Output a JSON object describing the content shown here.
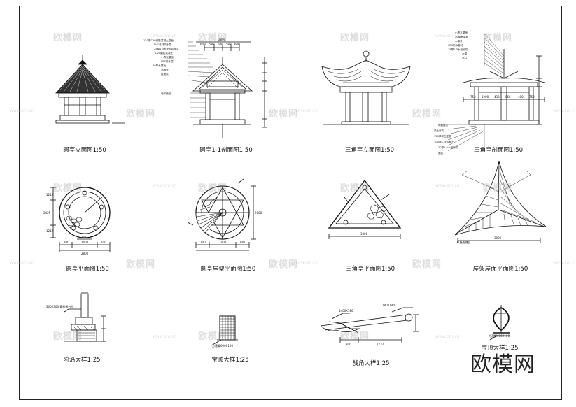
{
  "brand": {
    "logo_text": "欧模网"
  },
  "watermarks": {
    "text": "欧模网",
    "url_text": "www.om.cn"
  },
  "drawings": {
    "round_elevation": "圆亭立面图1:50",
    "round_section": "圆亭1-1剖面图1:50",
    "tri_elevation": "三角亭立面图1:50",
    "tri_section": "三角亭剖面图1:50",
    "round_plan": "圆亭平面图1:50",
    "round_roof_frame": "圆亭屋架平面图1:50",
    "tri_plan": "三角亭平面图1:50",
    "tri_roof_plan": "屋架屋面平面图1:50",
    "step_detail": "阶沿大样1:25",
    "finial_detail_1": "宝顶大样1:25",
    "eave_detail": "戗角大样1:25",
    "finial_detail_2": "宝顶大样1:25"
  },
  "dimensions": {
    "round_section_top": [
      "600",
      "582",
      "600",
      "582",
      "600"
    ],
    "round_section_total": "2800",
    "tri_section_mid": [
      "752",
      "1200",
      "433",
      "866",
      "400",
      "752"
    ],
    "round_plan_bottom": [
      "700",
      "1400",
      "700"
    ],
    "round_plan_total": "2800",
    "round_plan_inner": "800",
    "round_plan_left": [
      "1212",
      "2425",
      "1212"
    ],
    "round_roof_bottom": [
      "700",
      "1400",
      "700"
    ],
    "round_roof_right": "2800",
    "tri_plan_bottom": "3000",
    "tri_roof_bottom": "3000",
    "eave_bottom": [
      "800",
      "1732"
    ],
    "eave_top": [
      "1400X180",
      "180X140"
    ],
    "finial_tag": "方基脚000X100",
    "tri_roof_tag": "1/2屋面铺瓦"
  },
  "notes": {
    "round_section": [
      "120厚C20钢筋混凝土屋面",
      "PVC卷材防水层",
      "25厚1:3水泥砂浆找平",
      "C20细石混凝土",
      "小青瓦屋面",
      "SBS防水层",
      "20厚木望板",
      "木椽条",
      "屋面梁",
      "地坪做法"
    ],
    "tri_section": [
      "小青瓦屋面",
      "20厚木望板",
      "木椽条",
      "SBS防水卷材",
      "15厚1:3水泥砂浆",
      "木梁",
      "木柱"
    ],
    "tri_section_lower": [
      "地面做法",
      "素土夯实",
      "150厚碎石垫层",
      "100厚C15混凝土",
      "20厚1:2水泥砂浆",
      "面层"
    ],
    "step": [
      "300X300 青石板台阶"
    ]
  }
}
